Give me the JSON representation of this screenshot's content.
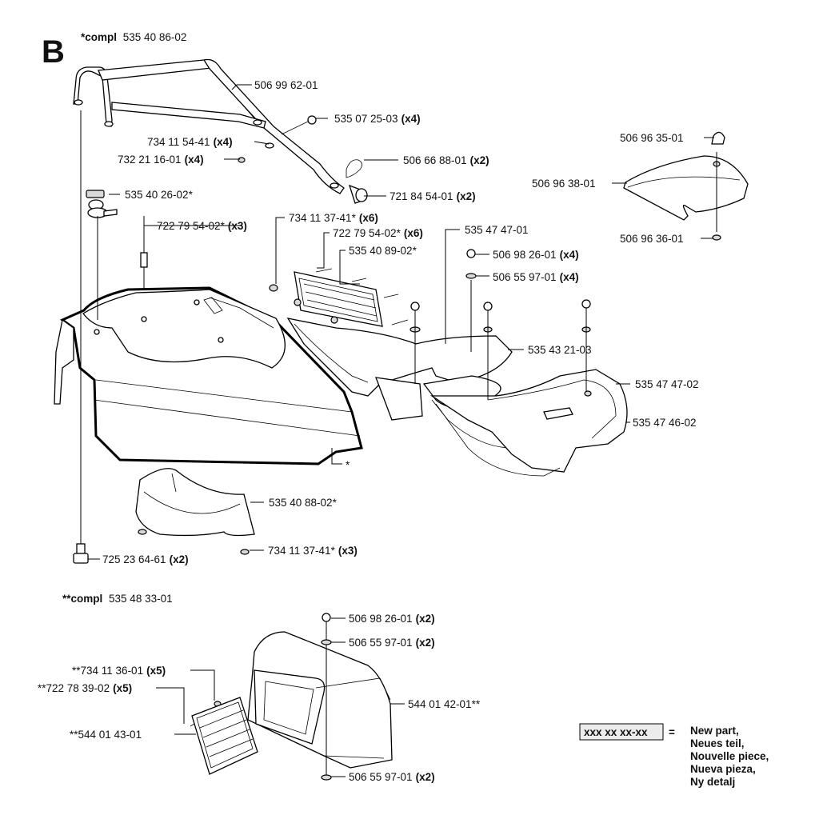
{
  "section_letter": "B",
  "assembly_top": {
    "prefix": "*compl",
    "number": "535 40 86-02"
  },
  "assembly_bottom": {
    "prefix": "**compl",
    "number": "535 48 33-01"
  },
  "parts": [
    {
      "id": "p1",
      "number": "506 99 62-01",
      "qty": ""
    },
    {
      "id": "p2",
      "number": "535 07 25-03",
      "qty": "(x4)"
    },
    {
      "id": "p3",
      "number": "734 11 54-41",
      "qty": "(x4)"
    },
    {
      "id": "p4",
      "number": "732 21 16-01",
      "qty": "(x4)"
    },
    {
      "id": "p5",
      "number": "506 66 88-01",
      "qty": "(x2)"
    },
    {
      "id": "p6",
      "number": "535 40 26-02*",
      "qty": ""
    },
    {
      "id": "p7",
      "number": "721 84 54-01",
      "qty": "(x2)"
    },
    {
      "id": "p8",
      "number": "722 79 54-02*",
      "qty": "(x3)"
    },
    {
      "id": "p9",
      "number": "734 11 37-41*",
      "qty": "(x6)"
    },
    {
      "id": "p10",
      "number": "722 79 54-02*",
      "qty": "(x6)"
    },
    {
      "id": "p11",
      "number": "535 47 47-01",
      "qty": ""
    },
    {
      "id": "p12",
      "number": "535 40 89-02*",
      "qty": ""
    },
    {
      "id": "p13",
      "number": "506 98 26-01",
      "qty": "(x4)"
    },
    {
      "id": "p14",
      "number": "506 55 97-01",
      "qty": "(x4)"
    },
    {
      "id": "p15",
      "number": "535 43 21-03",
      "qty": ""
    },
    {
      "id": "p16",
      "number": "535 47 47-02",
      "qty": ""
    },
    {
      "id": "p17",
      "number": "535 47 46-02",
      "qty": ""
    },
    {
      "id": "p18",
      "number": "*",
      "qty": ""
    },
    {
      "id": "p19",
      "number": "535 40 88-02*",
      "qty": ""
    },
    {
      "id": "p20",
      "number": "734 11 37-41*",
      "qty": "(x3)"
    },
    {
      "id": "p21",
      "number": "725 23 64-61",
      "qty": "(x2)"
    },
    {
      "id": "p22",
      "number": "506 96 35-01",
      "qty": ""
    },
    {
      "id": "p23",
      "number": "506 96 38-01",
      "qty": ""
    },
    {
      "id": "p24",
      "number": "506 96 36-01",
      "qty": ""
    },
    {
      "id": "p25",
      "number": "506 98 26-01",
      "qty": "(x2)"
    },
    {
      "id": "p26",
      "number": "506 55 97-01",
      "qty": "(x2)"
    },
    {
      "id": "p27",
      "number": "**734 11 36-01",
      "qty": "(x5)"
    },
    {
      "id": "p28",
      "number": "**722 78 39-02",
      "qty": "(x5)"
    },
    {
      "id": "p29",
      "number": "544 01 42-01**",
      "qty": ""
    },
    {
      "id": "p30",
      "number": "**544 01 43-01",
      "qty": ""
    },
    {
      "id": "p31",
      "number": "506 55 97-01",
      "qty": "(x2)"
    }
  ],
  "legend": {
    "code": "xxx xx xx-xx",
    "equals": "=",
    "lines": [
      "New part,",
      "Neues teil,",
      "Nouvelle piece,",
      "Nueva pieza,",
      "Ny detalj"
    ]
  }
}
